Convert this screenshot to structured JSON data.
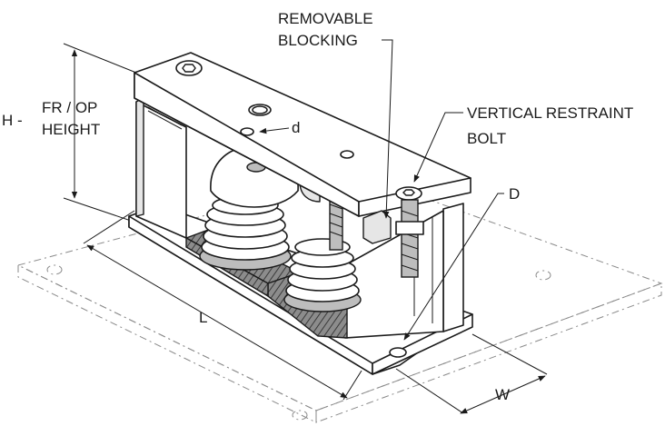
{
  "labels": {
    "height": "H -",
    "fr_op_line1": "FR / OP",
    "fr_op_line2": "HEIGHT",
    "removable_line1": "REMOVABLE",
    "removable_line2": "BLOCKING",
    "vertical_line1": "VERTICAL RESTRAINT",
    "vertical_line2": "BOLT",
    "small_d": "d",
    "large_d": "D",
    "length": "L",
    "width": "W"
  }
}
